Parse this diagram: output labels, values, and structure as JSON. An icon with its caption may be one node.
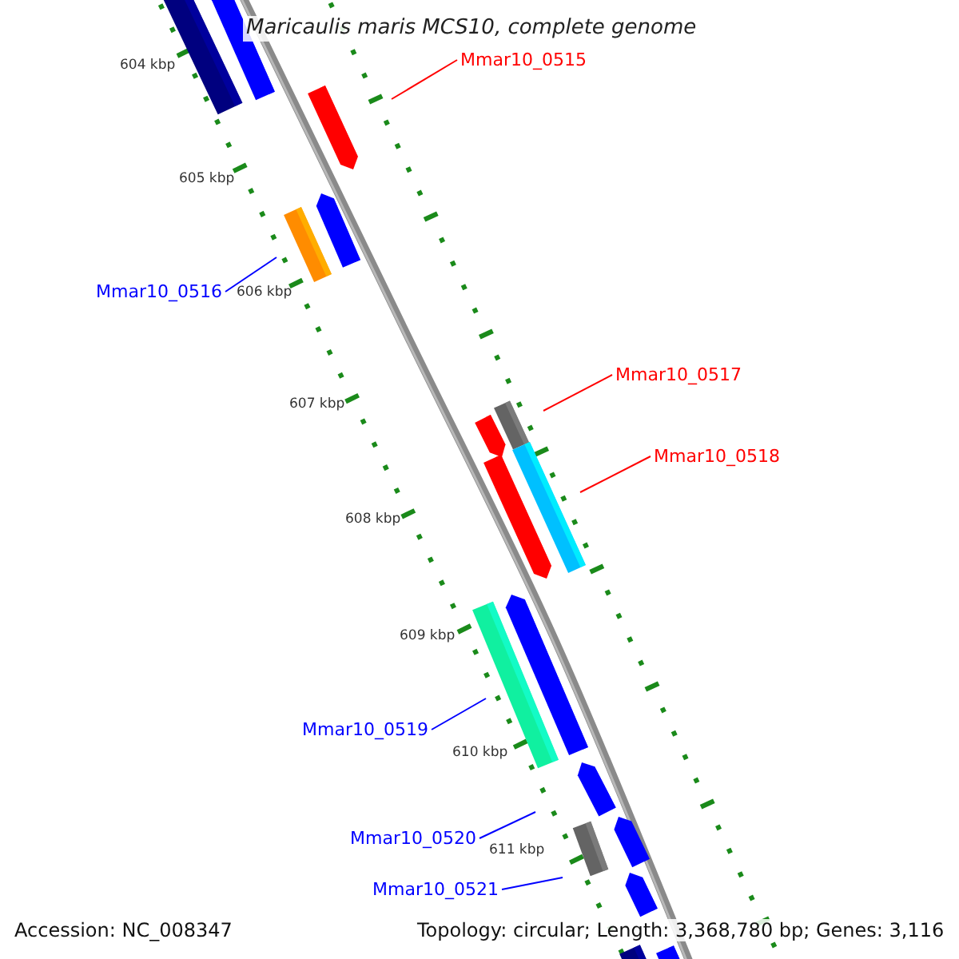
{
  "diagram": {
    "title": "Maricaulis maris MCS10, complete genome",
    "nodes": [
      {
        "text": [
          "Mmar10_0515"
        ]
      },
      {
        "text": [
          "Mmar10_0516"
        ]
      },
      {
        "text": [
          "Mmar10_0517"
        ]
      },
      {
        "text": [
          "Mmar10_0518"
        ]
      },
      {
        "text": [
          "Mmar10_0519"
        ]
      },
      {
        "text": [
          "Mmar10_0520"
        ]
      },
      {
        "text": [
          "Mmar10_0521"
        ]
      }
    ],
    "edges": [
      {
        "from": 0,
        "to": null,
        "arrow": "none",
        "color": "#ff0000"
      },
      {
        "from": 1,
        "to": null,
        "arrow": "none"
      },
      {
        "from": 2,
        "to": null,
        "arrow": "none",
        "color": "#ff0000"
      },
      {
        "from": 3,
        "to": null,
        "arrow": "none",
        "color": "#ff0000"
      },
      {
        "from": 4,
        "to": null,
        "arrow": "none"
      },
      {
        "from": 5,
        "to": null,
        "arrow": "none"
      },
      {
        "from": 6,
        "to": null,
        "arrow": "none"
      }
    ],
    "labels": [
      "604 kbp",
      "605 kbp",
      "606 kbp",
      "607 kbp",
      "608 kbp",
      "609 kbp",
      "610 kbp",
      "611 kbp",
      "Accession: NC_008347",
      "Topology: circular; Length: 3,368,780 bp; Genes: 3,116"
    ]
  }
}
